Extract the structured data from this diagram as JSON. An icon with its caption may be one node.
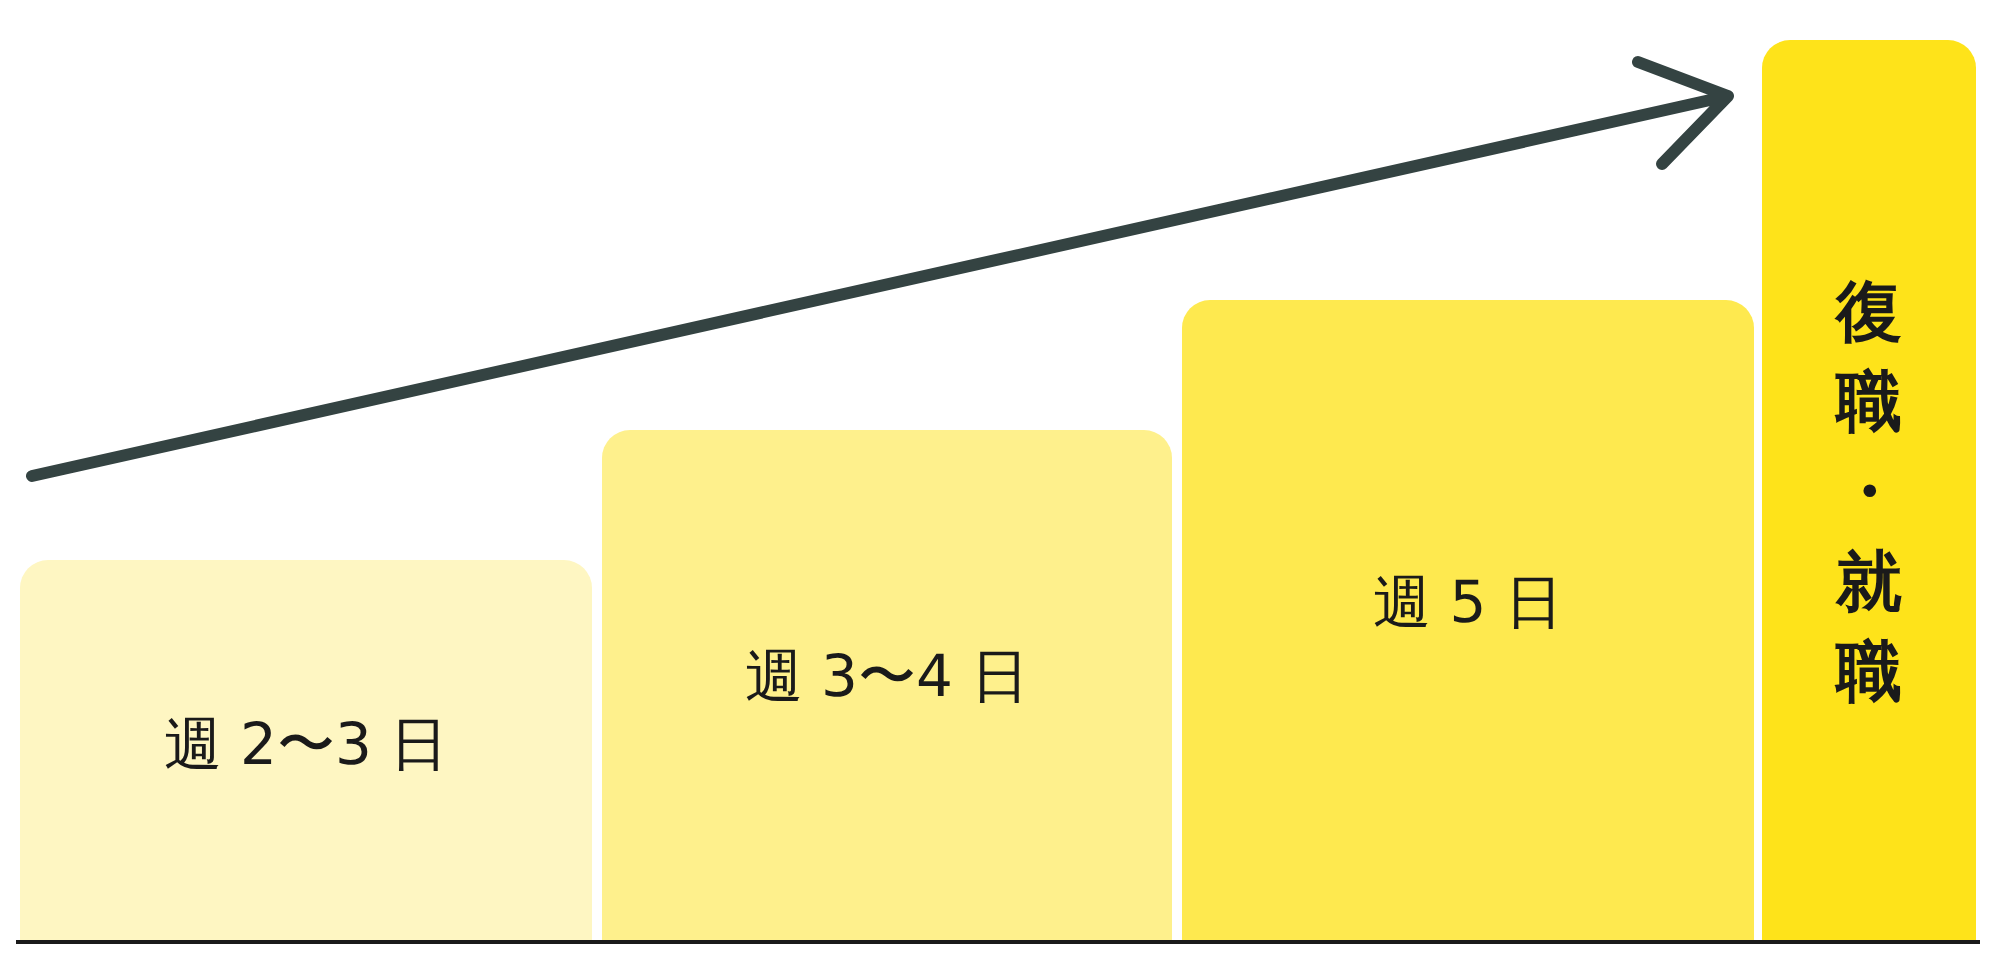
{
  "diagram": {
    "nodes": [
      {
        "text": [
          "週 2〜3 日"
        ]
      },
      {
        "text": [
          "週 3〜4 日"
        ]
      },
      {
        "text": [
          "週 5 日"
        ]
      },
      {
        "text": [
          "復職・就職"
        ]
      }
    ]
  }
}
